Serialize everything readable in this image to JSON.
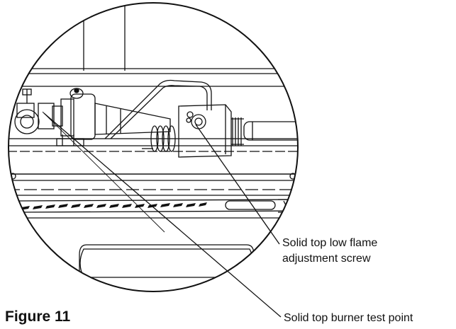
{
  "figure": {
    "caption": "Figure 11",
    "callouts": {
      "low_flame_line1": "Solid top low flame",
      "low_flame_line2": "adjustment screw",
      "test_point": "Solid top burner test point"
    }
  },
  "colors": {
    "ink": "#111111",
    "background": "#ffffff"
  }
}
